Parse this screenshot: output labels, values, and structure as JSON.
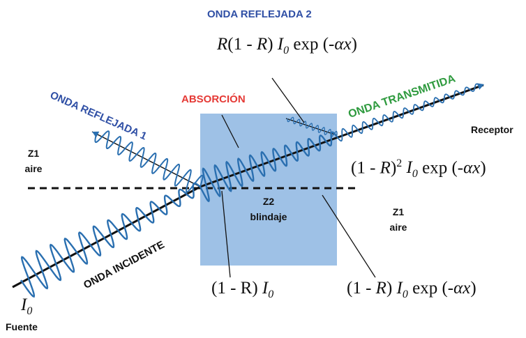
{
  "labels": {
    "onda_reflejada_2": "ONDA REFLEJADA 2",
    "onda_reflejada_1": "ONDA REFLEJADA 1",
    "onda_transmitida": "ONDA TRANSMITIDA",
    "onda_incidente": "ONDA INCIDENTE",
    "absorcion": "ABSORCIÓN",
    "receptor": "Receptor",
    "fuente": "Fuente",
    "z1_left": "Z1",
    "aire_left": "aire",
    "z2": "Z2",
    "blindaje": "blindaje",
    "z1_right": "Z1",
    "aire_right": "aire"
  },
  "formulas": {
    "reflected2": "R(1 - R) I0 exp (-αx)",
    "transmitted": "(1 - R)² I0 exp (-αx)",
    "entering": "(1 - R) I0",
    "exiting": "(1 - R) I0 exp (-αx)",
    "incident": "I0"
  },
  "colors": {
    "wave_blue": "#2a6fb0",
    "shield_fill": "#9ec1e6",
    "label_blue": "#2f4fa5",
    "absorcion_red": "#e53935",
    "transmitida_green": "#2e9a3e",
    "axis_black": "#111111"
  }
}
